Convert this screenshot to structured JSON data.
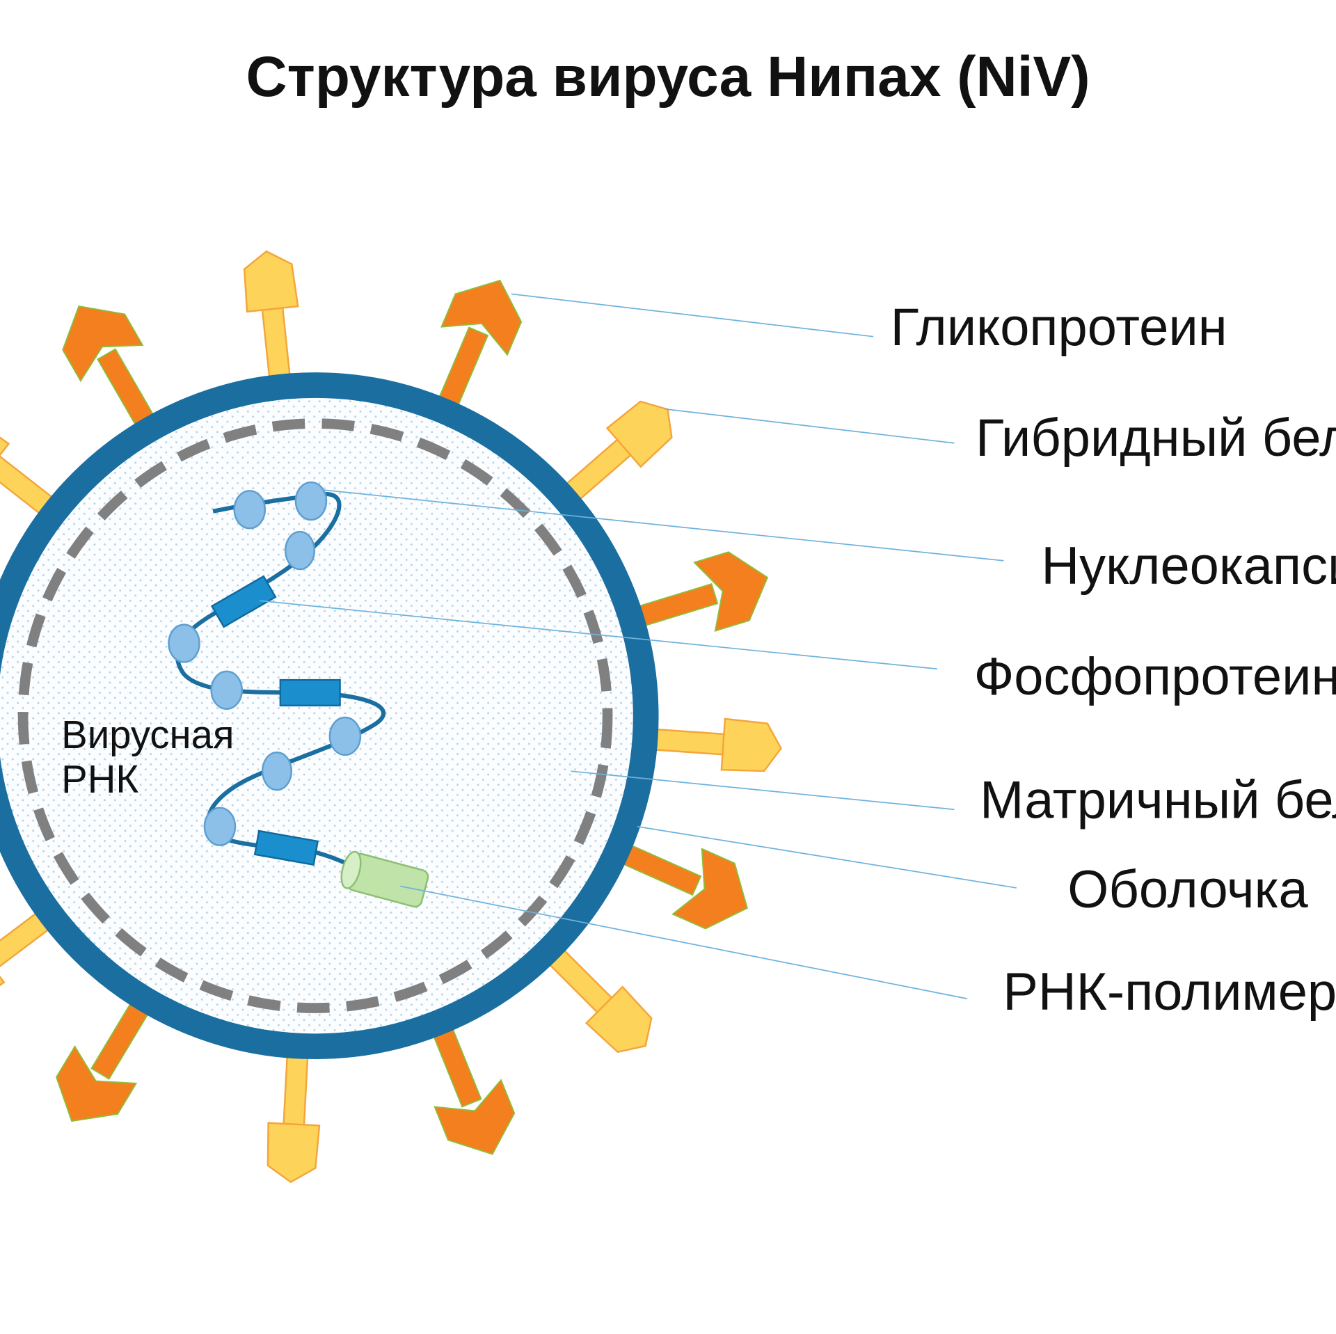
{
  "title": "Структура вируса Нипах (NiV)",
  "labels": {
    "glycoprotein": "Гликопротеин",
    "fusion_protein": "Гибридный бел",
    "nucleocapsid": "Нуклеокапси",
    "phosphoprotein": "Фосфопротеин",
    "matrix_protein": "Матричный бел",
    "envelope": "Оболочка",
    "rna_polymerase": "РНК-полимер",
    "viral_rna_line1": "Вирусная",
    "viral_rna_line2": "РНК"
  },
  "colors": {
    "envelope": "#1a6ea0",
    "matrix": "#808080",
    "glycoprotein": "#f47f1f",
    "fusion": "#fdd35a",
    "nucleoprotein": "#8cc0e8",
    "phosphoprotein": "#1b8fce",
    "polymerase": "#bfe3a8",
    "leader": "#6fb2dc"
  }
}
